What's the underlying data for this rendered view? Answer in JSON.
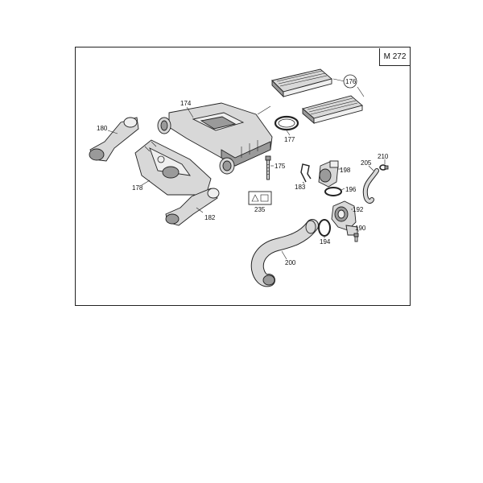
{
  "model": "M 272",
  "callouts": {
    "p174": "174",
    "p176": "176",
    "p177": "177",
    "p178": "178",
    "p180": "180",
    "p182": "182",
    "p175": "175",
    "p183": "183",
    "p198": "198",
    "p196": "196",
    "p205": "205",
    "p210": "210",
    "p192": "192",
    "p190": "190",
    "p194": "194",
    "p200": "200",
    "p235": "235"
  }
}
